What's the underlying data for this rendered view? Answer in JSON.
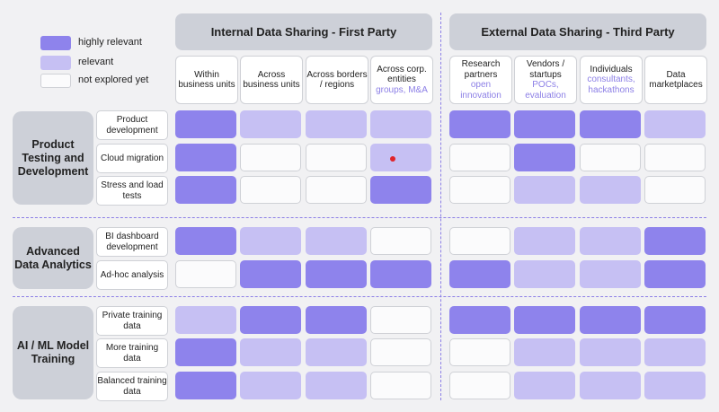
{
  "legend": [
    {
      "key": "h",
      "label": "highly relevant"
    },
    {
      "key": "r",
      "label": "relevant"
    },
    {
      "key": "n",
      "label": "not explored yet"
    }
  ],
  "colors": {
    "highly_relevant": "#8e83ec",
    "relevant": "#c6c0f3",
    "not_explored": "#fbfbfc",
    "accent": "#8c7fe6",
    "marker": "#e0242a"
  },
  "sections": [
    {
      "title": "Internal Data Sharing - First Party"
    },
    {
      "title": "External Data Sharing - Third Party"
    }
  ],
  "columns": [
    {
      "label": "Within business units",
      "sub": ""
    },
    {
      "label": "Across business units",
      "sub": ""
    },
    {
      "label": "Across borders / regions",
      "sub": ""
    },
    {
      "label": "Across corp. entities",
      "sub": "groups, M&A"
    },
    {
      "label": "Research partners",
      "sub": "open innovation"
    },
    {
      "label": "Vendors / startups",
      "sub": "POCs, evaluation"
    },
    {
      "label": "Individuals",
      "sub": "consultants, hackathons"
    },
    {
      "label": "Data marketplaces",
      "sub": ""
    }
  ],
  "groups": [
    {
      "title": "Product Testing and Development"
    },
    {
      "title": "Advanced Data Analytics"
    },
    {
      "title": "AI / ML Model Training"
    }
  ],
  "rows": [
    {
      "label": "Product development",
      "cells": [
        "h",
        "r",
        "r",
        "r",
        "h",
        "h",
        "h",
        "r"
      ]
    },
    {
      "label": "Cloud migration",
      "cells": [
        "h",
        "n",
        "n",
        "r",
        "n",
        "h",
        "n",
        "n"
      ]
    },
    {
      "label": "Stress and load tests",
      "cells": [
        "h",
        "n",
        "n",
        "h",
        "n",
        "r",
        "r",
        "n"
      ]
    },
    {
      "label": "BI dashboard development",
      "cells": [
        "h",
        "r",
        "r",
        "n",
        "n",
        "r",
        "r",
        "h"
      ]
    },
    {
      "label": "Ad-hoc analysis",
      "cells": [
        "n",
        "h",
        "h",
        "h",
        "h",
        "r",
        "r",
        "h"
      ]
    },
    {
      "label": "Private training data",
      "cells": [
        "r",
        "h",
        "h",
        "n",
        "h",
        "h",
        "h",
        "h"
      ]
    },
    {
      "label": "More training data",
      "cells": [
        "h",
        "r",
        "r",
        "n",
        "n",
        "r",
        "r",
        "r"
      ]
    },
    {
      "label": "Balanced training data",
      "cells": [
        "h",
        "r",
        "r",
        "n",
        "n",
        "r",
        "r",
        "r"
      ]
    }
  ]
}
